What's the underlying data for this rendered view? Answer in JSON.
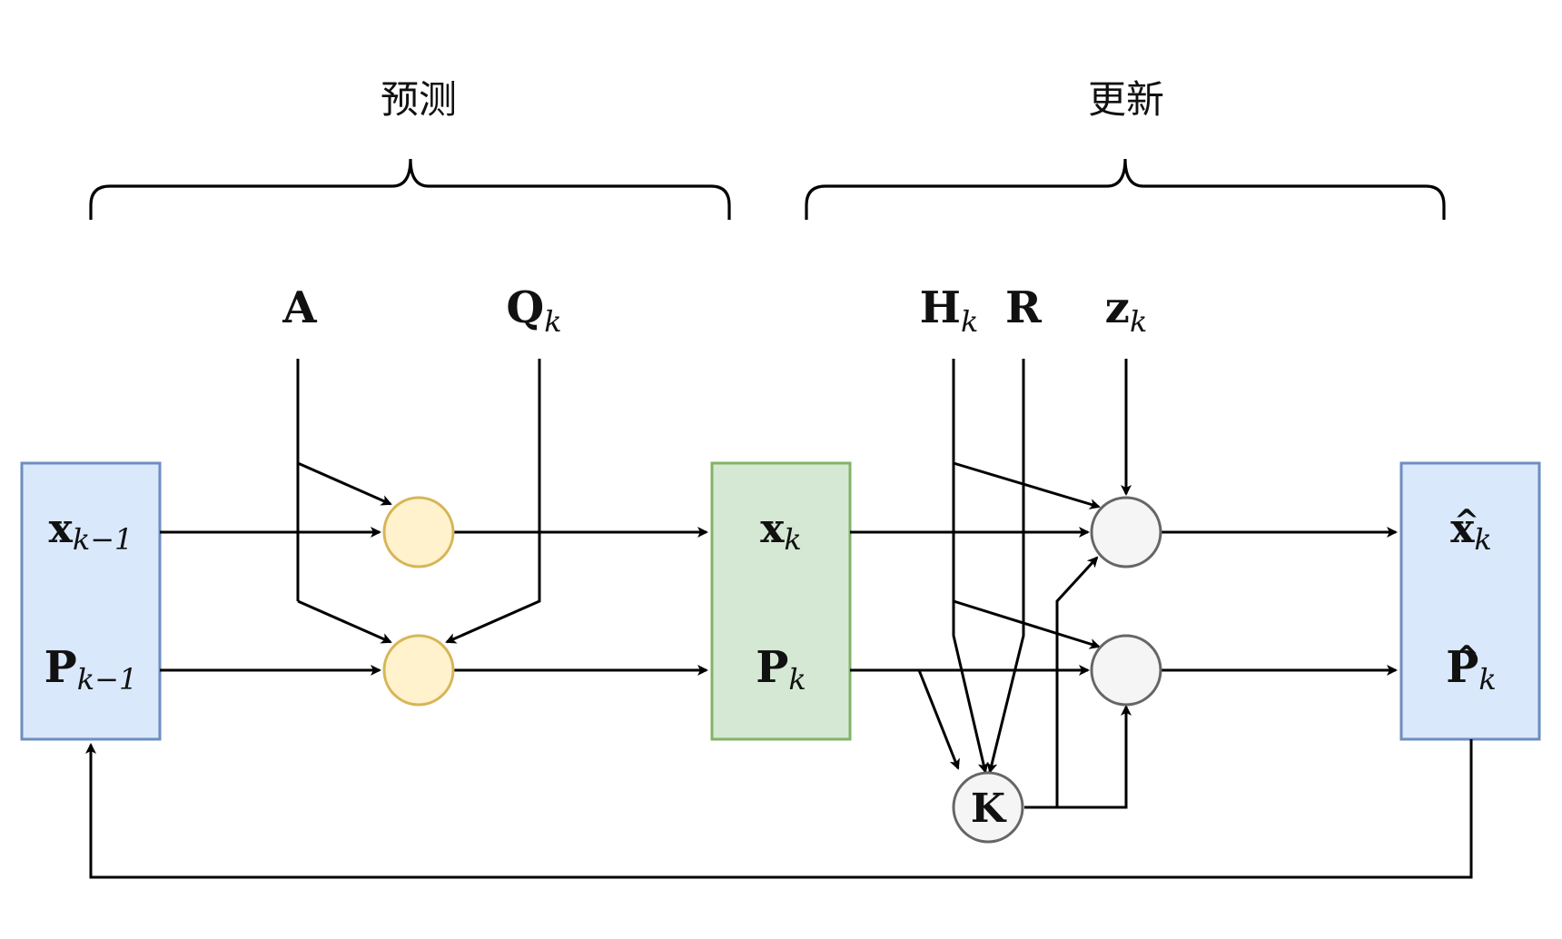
{
  "groups": {
    "predict_label": "预测",
    "update_label": "更新"
  },
  "inputs": {
    "A": {
      "base": "A",
      "sub": ""
    },
    "Q": {
      "base": "Q",
      "sub": "k"
    },
    "H": {
      "base": "H",
      "sub": "k"
    },
    "R": {
      "base": "R",
      "sub": ""
    },
    "z": {
      "base": "z",
      "sub": "k"
    }
  },
  "boxes": {
    "prior": {
      "x": {
        "base": "x",
        "sub": "k−1"
      },
      "P": {
        "base": "P",
        "sub": "k−1"
      }
    },
    "predicted": {
      "x": {
        "base": "x",
        "sub": "k"
      },
      "P": {
        "base": "P",
        "sub": "k"
      }
    },
    "posterior": {
      "x": {
        "base": "x",
        "sub": "k",
        "hat": "^"
      },
      "P": {
        "base": "P",
        "sub": "k",
        "hat": "^"
      }
    }
  },
  "gain": {
    "label": "K"
  },
  "colors": {
    "prior_box_fill": "#dae8fc",
    "prior_box_stroke": "#6c8ebf",
    "predicted_box_fill": "#d5e8d4",
    "predicted_box_stroke": "#82b366",
    "predict_node_fill": "#fff2cc",
    "predict_node_stroke": "#d6b656",
    "update_node_fill": "#f5f5f5",
    "update_node_stroke": "#666666"
  }
}
